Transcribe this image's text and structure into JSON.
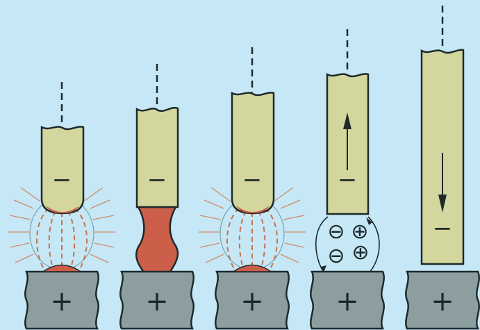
{
  "colors": {
    "background": "#c6e7f6",
    "electrode": "#d3d79e",
    "molten_metal": "#cc5f4a",
    "workpiece": "#8d9ea0",
    "outline": "#1d2a2b",
    "field_lines": "#c4744a",
    "arc_rays": "#cf8c6a",
    "arc_outline": "#7fa7b6"
  },
  "stages": [
    {
      "id": "stage-1",
      "electrode_sign": "−",
      "workpiece_sign": "+",
      "state": "arc-with-field",
      "fuel": "drop-forming"
    },
    {
      "id": "stage-2",
      "electrode_sign": "−",
      "workpiece_sign": "+",
      "state": "short-circuit-bridge"
    },
    {
      "id": "stage-3",
      "electrode_sign": "−",
      "workpiece_sign": "+",
      "state": "arc-with-field"
    },
    {
      "id": "stage-4",
      "electrode_sign": "−",
      "workpiece_sign": "+",
      "state": "electrode-retract-up",
      "ions": [
        "⊖",
        "⊕",
        "⊖",
        "⊕"
      ]
    },
    {
      "id": "stage-5",
      "electrode_sign": "−",
      "workpiece_sign": "+",
      "state": "electrode-feed-down"
    }
  ]
}
